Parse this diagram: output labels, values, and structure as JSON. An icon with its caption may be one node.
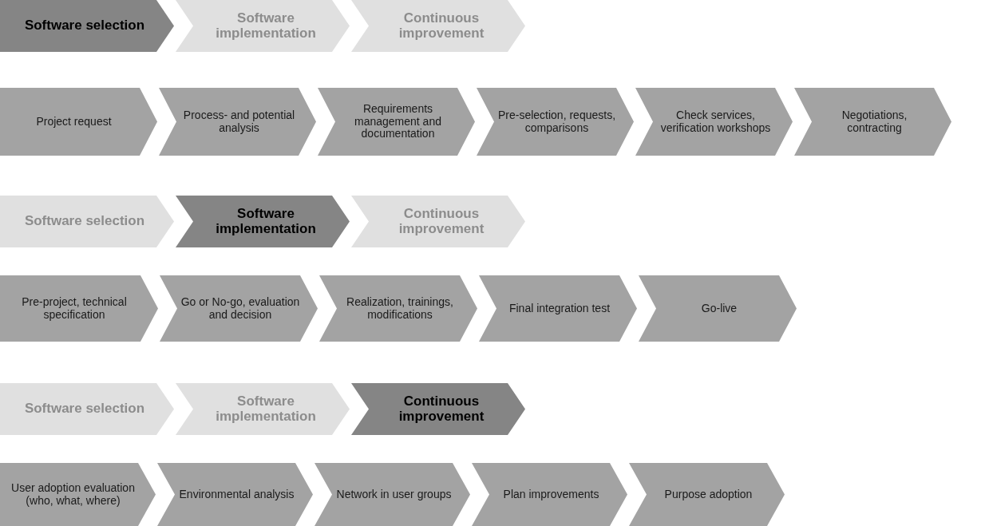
{
  "diagram": {
    "nodes": [
      {
        "text": [
          "Software selection"
        ]
      },
      {
        "text": [
          "Software implementation"
        ]
      },
      {
        "text": [
          "Continuous improvement"
        ]
      },
      {
        "text": [
          "Project request"
        ]
      },
      {
        "text": [
          "Process- and potential analysis"
        ]
      },
      {
        "text": [
          "Requirements management and documentation"
        ]
      },
      {
        "text": [
          "Pre-selection, requests, comparisons"
        ]
      },
      {
        "text": [
          "Check services, verification workshops"
        ]
      },
      {
        "text": [
          "Negotiations, contracting"
        ]
      },
      {
        "text": [
          "Software selection"
        ]
      },
      {
        "text": [
          "Software implementation"
        ]
      },
      {
        "text": [
          "Continuous improvement"
        ]
      },
      {
        "text": [
          "Pre-project, technical specification"
        ]
      },
      {
        "text": [
          "Go or No-go, evaluation and decision"
        ]
      },
      {
        "text": [
          "Realization, trainings, modifications"
        ]
      },
      {
        "text": [
          "Final integration test"
        ]
      },
      {
        "text": [
          "Go-live"
        ]
      },
      {
        "text": [
          "Software selection"
        ]
      },
      {
        "text": [
          "Software implementation"
        ]
      },
      {
        "text": [
          "Continuous improvement"
        ]
      },
      {
        "text": [
          "User adoption evaluation (who, what, where)"
        ]
      },
      {
        "text": [
          "Environmental analysis"
        ]
      },
      {
        "text": [
          "Network in user groups"
        ]
      },
      {
        "text": [
          "Plan improvements"
        ]
      },
      {
        "text": [
          "Purpose adoption"
        ]
      }
    ]
  }
}
